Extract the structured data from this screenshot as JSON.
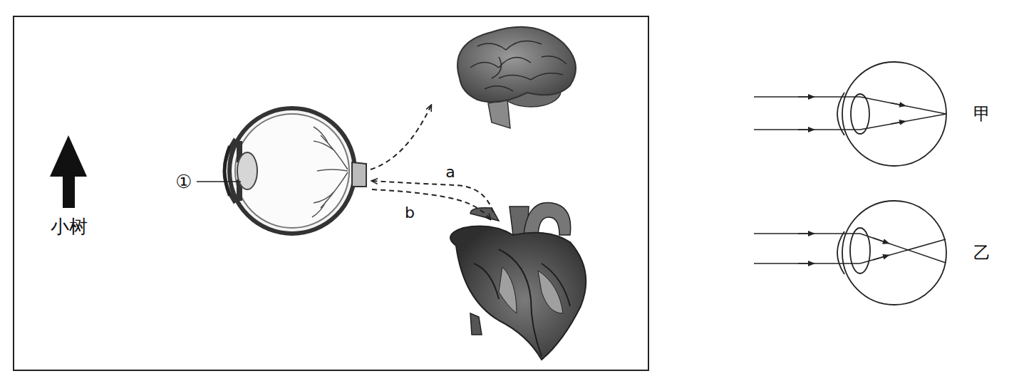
{
  "diagram": {
    "labels": [
      "小树",
      "①",
      "a",
      "b",
      "甲",
      "乙"
    ]
  }
}
